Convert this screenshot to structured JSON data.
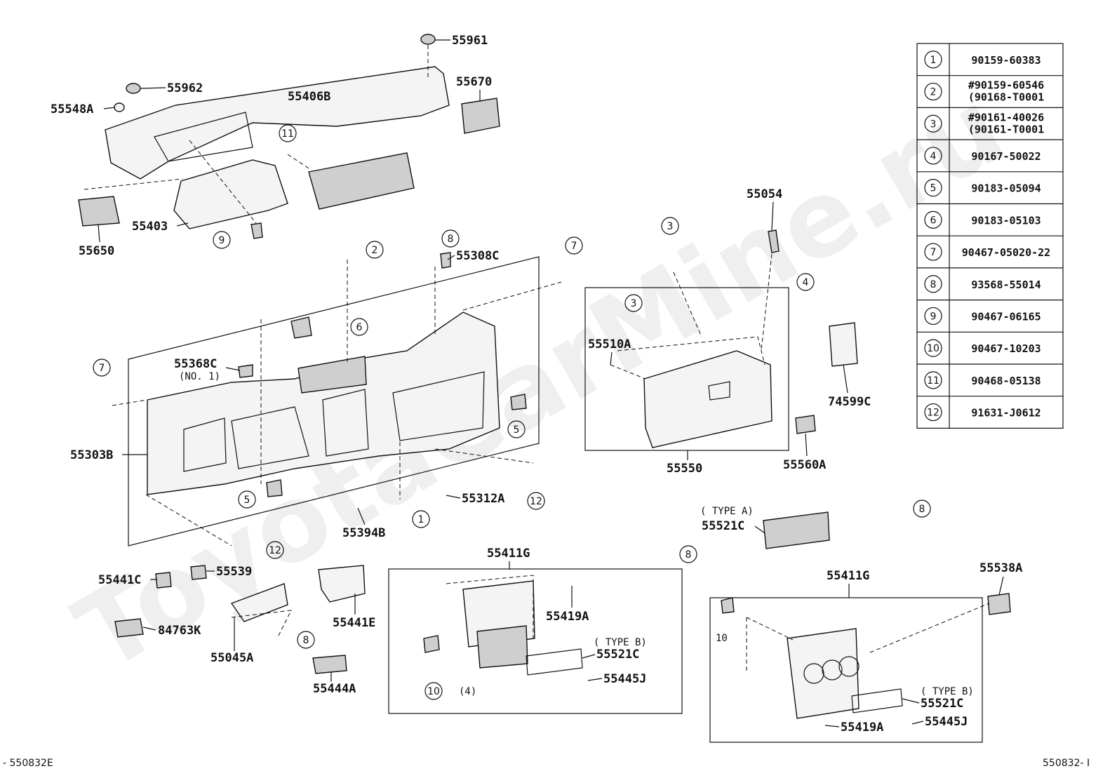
{
  "watermark": "ToyotaCarMine.ru",
  "parts": [
    {
      "key": "p55961",
      "text": "55961"
    },
    {
      "key": "p55962",
      "text": "55962"
    },
    {
      "key": "p55548A",
      "text": "55548A"
    },
    {
      "key": "p55406B",
      "text": "55406B"
    },
    {
      "key": "p55670",
      "text": "55670"
    },
    {
      "key": "p55650",
      "text": "55650"
    },
    {
      "key": "p55403",
      "text": "55403"
    },
    {
      "key": "p55308C",
      "text": "55308C"
    },
    {
      "key": "p55054",
      "text": "55054"
    },
    {
      "key": "p55510A",
      "text": "55510A"
    },
    {
      "key": "p55368C",
      "text": "55368C"
    },
    {
      "key": "p55303B",
      "text": "55303B"
    },
    {
      "key": "p55312A",
      "text": "55312A"
    },
    {
      "key": "p55394B",
      "text": "55394B"
    },
    {
      "key": "p55550",
      "text": "55550"
    },
    {
      "key": "p55560A",
      "text": "55560A"
    },
    {
      "key": "p74599C",
      "text": "74599C"
    },
    {
      "key": "p55521C_a",
      "text": "55521C"
    },
    {
      "key": "p55441C",
      "text": "55441C"
    },
    {
      "key": "p55539",
      "text": "55539"
    },
    {
      "key": "p84763K",
      "text": "84763K"
    },
    {
      "key": "p55045A",
      "text": "55045A"
    },
    {
      "key": "p55441E",
      "text": "55441E"
    },
    {
      "key": "p55444A",
      "text": "55444A"
    },
    {
      "key": "p55411G_a",
      "text": "55411G"
    },
    {
      "key": "p55419A_a",
      "text": "55419A"
    },
    {
      "key": "p55521C_b",
      "text": "55521C"
    },
    {
      "key": "p55445J_a",
      "text": "55445J"
    },
    {
      "key": "p55411G_b",
      "text": "55411G"
    },
    {
      "key": "p55538A",
      "text": "55538A"
    },
    {
      "key": "p55521C_c",
      "text": "55521C"
    },
    {
      "key": "p55419A_b",
      "text": "55419A"
    },
    {
      "key": "p55445J_b",
      "text": "55445J"
    }
  ],
  "notes": {
    "no1": "(NO. 1)",
    "type_a": "( TYPE A)",
    "type_b1": "( TYPE B)",
    "type_b2": "( TYPE B)",
    "qty4": "(4)",
    "ten_b": "10"
  },
  "callout_numbers": [
    "1",
    "2",
    "3",
    "4",
    "5",
    "6",
    "7",
    "8",
    "9",
    "10",
    "11",
    "12"
  ],
  "reference_table": [
    {
      "num": "1",
      "lines": [
        "90159-60383"
      ]
    },
    {
      "num": "2",
      "lines": [
        "#90159-60546",
        "(90168-T0001"
      ]
    },
    {
      "num": "3",
      "lines": [
        "#90161-40026",
        "(90161-T0001"
      ]
    },
    {
      "num": "4",
      "lines": [
        "90167-50022"
      ]
    },
    {
      "num": "5",
      "lines": [
        "90183-05094"
      ]
    },
    {
      "num": "6",
      "lines": [
        "90183-05103"
      ]
    },
    {
      "num": "7",
      "lines": [
        "90467-05020-22"
      ]
    },
    {
      "num": "8",
      "lines": [
        "93568-55014"
      ]
    },
    {
      "num": "9",
      "lines": [
        "90467-06165"
      ]
    },
    {
      "num": "10",
      "lines": [
        "90467-10203"
      ]
    },
    {
      "num": "11",
      "lines": [
        "90468-05138"
      ]
    },
    {
      "num": "12",
      "lines": [
        "91631-J0612"
      ]
    }
  ],
  "corner_left": "- 550832E",
  "corner_right": "550832- I"
}
